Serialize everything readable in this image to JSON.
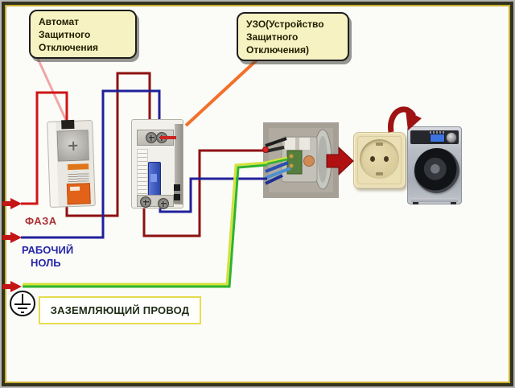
{
  "callouts": {
    "breaker": {
      "lines": [
        "Автомат",
        "Защитного",
        "Отключения"
      ]
    },
    "rcd": {
      "lines": [
        "УЗО(Устройство",
        "Защитного",
        "Отключения)"
      ]
    }
  },
  "labels": {
    "phase": "ФАЗА",
    "neutral_line1": "РАБОЧИЙ",
    "neutral_line2": "НОЛЬ",
    "ground": "ЗАЗЕМЛЯЮЩИЙ ПРОВОД"
  },
  "colors": {
    "phase_wire": "#cf1515",
    "switched_phase_wire": "#8e1111",
    "neutral_wire": "#20209a",
    "ground_wire_green": "#2eb32e",
    "ground_wire_yellow": "#d3e23a",
    "edge_arrow": "#c41414",
    "leader_breaker": "#f0a6a6",
    "leader_rcd": "#f2702a",
    "flow_arrow": "#b01212",
    "curved_arrow": "#9e1212",
    "callout_bg": "#f6f2c2",
    "phase_label_text": "#a83030",
    "neutral_label_text": "#2727a8",
    "ground_box_border": "#e7dc4e",
    "frame_gold": "#c9ae2e",
    "frame_dark": "#33331e"
  },
  "icons": {
    "ground_symbol": "protective-earth-symbol",
    "edge_arrows": "red-input-arrow",
    "flow_arrow": "right-block-arrow",
    "curved_arrow": "loop-arrow"
  },
  "devices": {
    "breaker": "circuit-breaker-photo",
    "rcd": "rcd-device-photo",
    "socket_mechanism": "socket-mechanism-photo",
    "wall_socket": "wall-socket-photo",
    "washing_machine": "washing-machine-photo"
  }
}
